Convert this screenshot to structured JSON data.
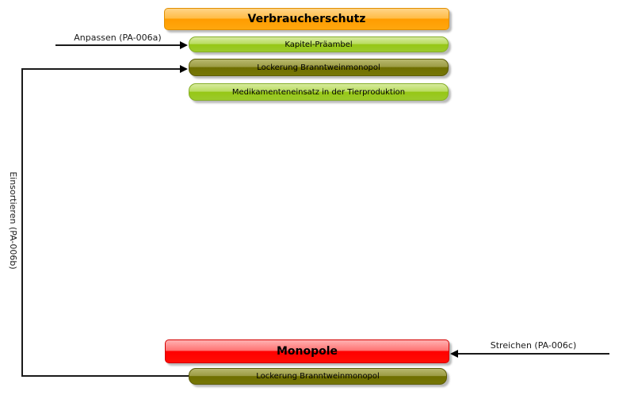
{
  "diagram": {
    "chapters": [
      {
        "id": "verbraucherschutz",
        "title": "Verbraucherschutz",
        "items": [
          {
            "label": "Kapitel-Präambel",
            "style": "green"
          },
          {
            "label": "Lockerung Branntweinmonopol",
            "style": "olive"
          },
          {
            "label": "Medikamenteneinsatz in der Tierproduktion",
            "style": "green"
          }
        ]
      },
      {
        "id": "monopole",
        "title": "Monopole",
        "items": [
          {
            "label": "Lockerung Branntweinmonopol",
            "style": "olive"
          }
        ]
      }
    ],
    "annotations": {
      "anpassen": "Anpassen (PA-006a)",
      "einsortieren": "Einsortieren (PA-006b)",
      "streichen": "Streichen (PA-006c)"
    },
    "colors": {
      "chapter_orange": "#ffa500",
      "chapter_red": "#ff0000",
      "item_green": "#9aca2f",
      "item_olive": "#6f6f00",
      "line": "#1a1a1a"
    }
  }
}
